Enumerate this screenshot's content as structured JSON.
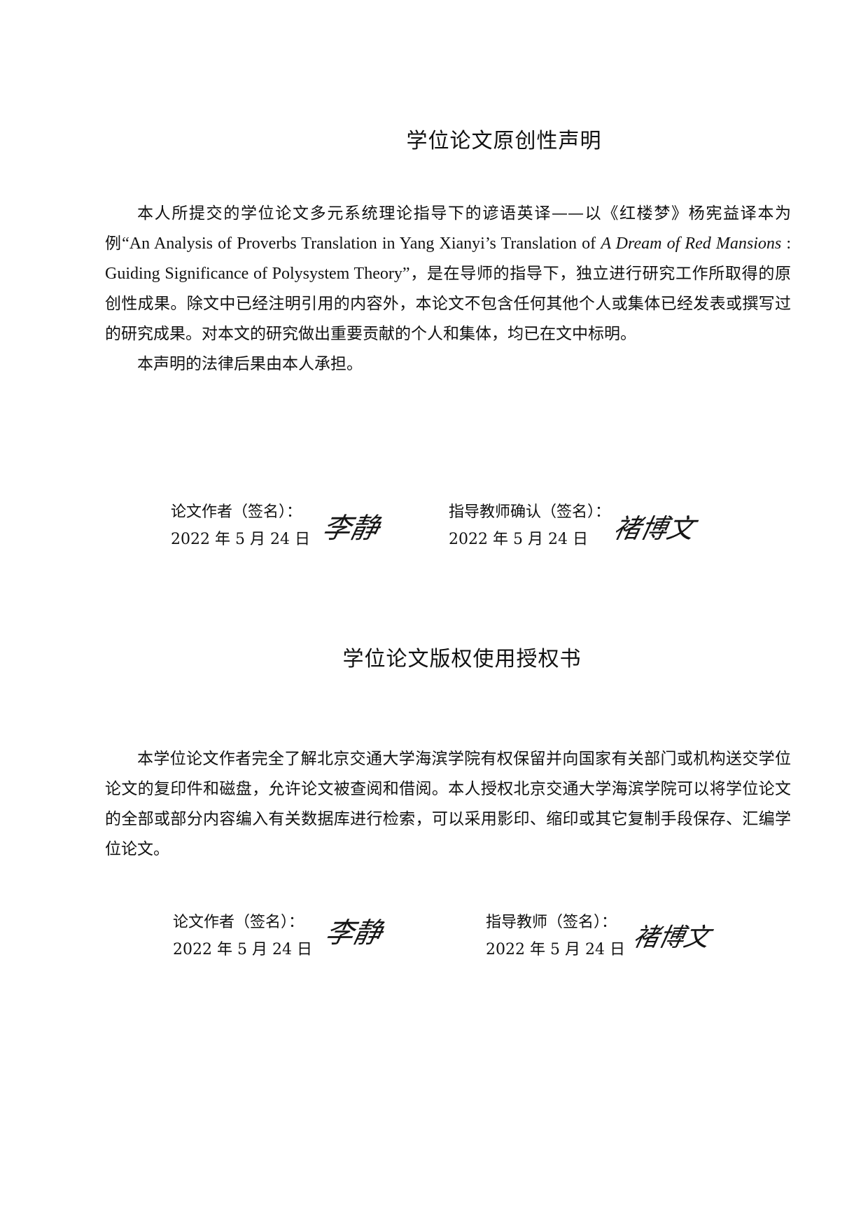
{
  "declaration": {
    "title": "学位论文原创性声明",
    "para_start": "本人所提交的学位论文多元系统理论指导下的谚语英译——以《红楼梦》杨宪益译本为例",
    "para_en_open": "“An Analysis of Proverbs Translation in Yang Xianyi’s Translation of ",
    "para_en_italic": "A Dream of Red Mansions",
    "para_en_close": " : Guiding Significance of Polysystem Theory”",
    "para_end": "，是在导师的指导下，独立进行研究工作所取得的原创性成果。除文中已经注明引用的内容外，本论文不包含任何其他个人或集体已经发表或撰写过的研究成果。对本文的研究做出重要贡献的个人和集体，均已在文中标明。",
    "law": "本声明的法律后果由本人承担。",
    "author_label": "论文作者（签名）：",
    "author_date": "2022 年 5 月 24 日",
    "author_signature": "李静",
    "advisor_label": "指导教师确认（签名）：",
    "advisor_date": "2022 年 5 月 24 日",
    "advisor_signature": "褚博文"
  },
  "authorization": {
    "title": "学位论文版权使用授权书",
    "para": "本学位论文作者完全了解北京交通大学海滨学院有权保留并向国家有关部门或机构送交学位论文的复印件和磁盘，允许论文被查阅和借阅。本人授权北京交通大学海滨学院可以将学位论文的全部或部分内容编入有关数据库进行检索，可以采用影印、缩印或其它复制手段保存、汇编学位论文。",
    "author_label": "论文作者（签名）：",
    "author_date": "2022 年 5 月 24 日",
    "author_signature": "李静",
    "advisor_label": "指导教师（签名）：",
    "advisor_date": "2022 年 5 月 24 日",
    "advisor_signature": "褚博文"
  }
}
